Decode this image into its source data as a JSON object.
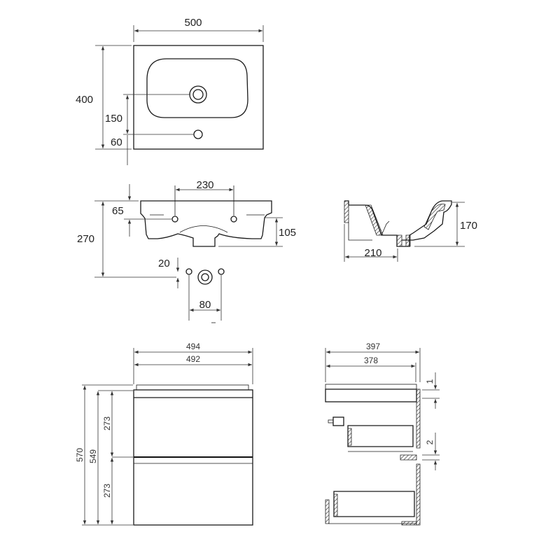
{
  "top_view": {
    "width": "500",
    "depth": "400",
    "tap_offset": "150",
    "drain_offset": "60"
  },
  "front_view": {
    "holes_spacing": "230",
    "mount_height": "65",
    "total_height": "270",
    "drain_height": "105"
  },
  "side_view": {
    "height": "170",
    "depth": "210"
  },
  "hole_detail": {
    "offset": "20",
    "spacing": "80"
  },
  "cabinet_front": {
    "width_outer": "494",
    "width_inner": "492",
    "height_total": "570",
    "height_body": "549",
    "drawer_top": "273",
    "drawer_bottom": "273"
  },
  "cabinet_side": {
    "depth_outer": "397",
    "depth_inner": "378",
    "gap_top": "1",
    "gap_mid": "2"
  }
}
